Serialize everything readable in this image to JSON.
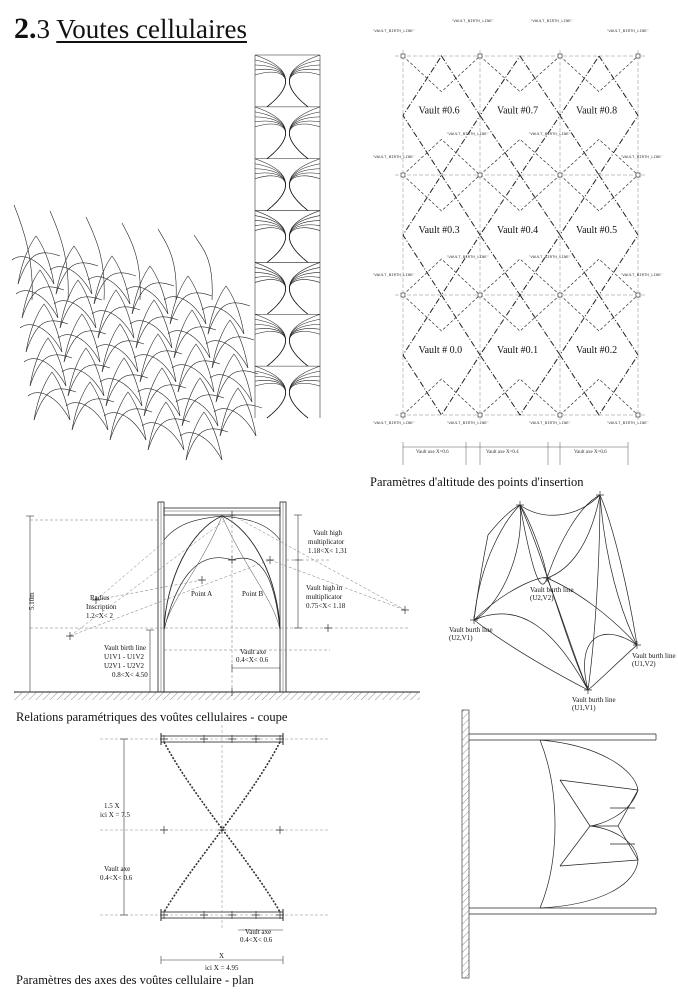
{
  "header": {
    "number": "2.",
    "number_small": "3",
    "title": "Voutes cellulaires"
  },
  "captions": {
    "altitude": "Paramètres d'altitude des points d'insertion",
    "coupe": "Relations paramétriques des voûtes cellulaires - coupe",
    "plan": "Paramètres des axes des voûtes cellulaire - plan"
  },
  "grid": {
    "vault_labels": [
      "Vault #0.6",
      "Vault #0.7",
      "Vault #0.8",
      "Vault #0.3",
      "Vault #0.4",
      "Vault #0.5",
      "Vault # 0.0",
      "Vault #0.1",
      "Vault #0.2"
    ],
    "birth_line": "VAULT_BIRTH_LINE",
    "dims": [
      "Vault axe X=0.6",
      "Vault axe X=0.4",
      "Vault axe X=0.6"
    ]
  },
  "coupe": {
    "height": "5.10m",
    "vault_high_mult": [
      "Vault high",
      "multiplicator",
      "1.18<X< 1.31"
    ],
    "vault_high_in": [
      "Vault high in",
      "multiplicator",
      "0.75<X< 1.18"
    ],
    "radius": [
      "Radius",
      "Inscription",
      "1.2<X< 2"
    ],
    "point_a": "Point A",
    "point_b": "Point B",
    "birth": [
      "Vault birth line",
      "U1V1 - U1V2",
      "U2V1 - U2V2",
      "0.8<X< 4.50"
    ],
    "axe": [
      "Vault axe",
      "0.4<X< 0.6"
    ]
  },
  "perspective": {
    "l1": [
      "Vault burth line",
      "(U2,V2)"
    ],
    "l2": [
      "Vault burth line",
      "(U2,V1)"
    ],
    "l3": [
      "Vault burth line",
      "(U1,V2)"
    ],
    "l4": [
      "Vault burth line",
      "(U1,V1)"
    ]
  },
  "plan": {
    "ratio": [
      "1.5 X",
      "ici X = 7.5"
    ],
    "axe_left": [
      "Vault axe",
      "0.4<X< 0.6"
    ],
    "axe_bottom": [
      "Vault axe",
      "0.4<X< 0.6"
    ],
    "x": [
      "X",
      "ici X = 4.95"
    ]
  }
}
